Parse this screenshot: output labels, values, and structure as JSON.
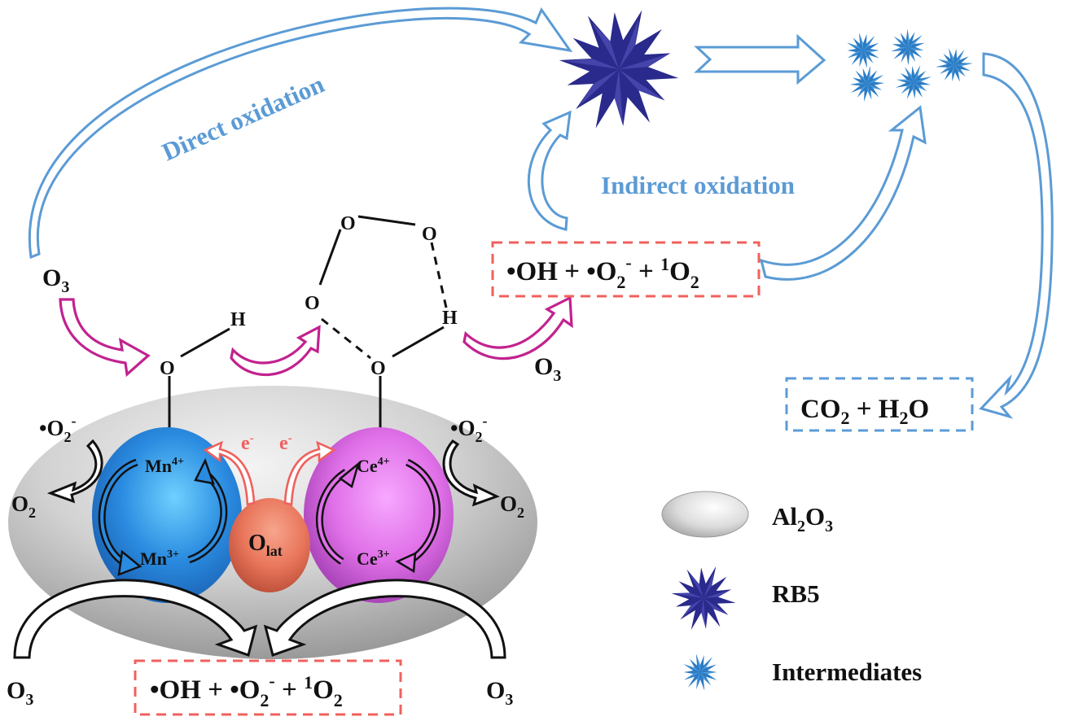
{
  "labels": {
    "direct_oxidation": "Direct oxidation",
    "indirect_oxidation": "Indirect oxidation"
  },
  "species": {
    "o3": {
      "base": "O",
      "sub": "3"
    },
    "o2": {
      "base": "O",
      "sub": "2"
    },
    "superoxide": {
      "prefix": "•O",
      "sub": "2",
      "sup": "-"
    },
    "h_atom": "H",
    "o_atom": "O",
    "electron": {
      "base": "e",
      "sup": "-"
    },
    "mn4": {
      "base": "Mn",
      "sup": "4+"
    },
    "mn3": {
      "base": "Mn",
      "sup": "3+"
    },
    "ce4": {
      "base": "Ce",
      "sup": "4+"
    },
    "ce3": {
      "base": "Ce",
      "sup": "3+"
    },
    "olat": {
      "base": "O",
      "sub": "lat"
    }
  },
  "ros_box": {
    "part1": "•OH + •O",
    "sub1": "2",
    "sup1": "-",
    "part2": " + ",
    "sup2": "1",
    "part3": "O",
    "sub2": "2"
  },
  "products_box": {
    "c": "CO",
    "sub1": "2",
    "plus": " + H",
    "sub2": "2",
    "o": "O"
  },
  "legend": {
    "items": [
      {
        "icon": "al2o3-ellipse-icon",
        "base1": "Al",
        "sub1": "2",
        "base2": "O",
        "sub2": "3"
      },
      {
        "icon": "rb5-star-icon",
        "label": "RB5"
      },
      {
        "icon": "intermediate-star-icon",
        "label": "Intermediates"
      }
    ]
  },
  "colors": {
    "blue_arrow": "#5b9bd5",
    "magenta_arrow": "#c2228f",
    "red_dash": "#f0605d",
    "mn_sphere": "#2a8be0",
    "ce_sphere": "#e070e8",
    "olat_sphere": "#e8755a",
    "rb5": "#2a2a8c",
    "intermediate": "#2c7cc4",
    "support": "#c9c9c9"
  }
}
